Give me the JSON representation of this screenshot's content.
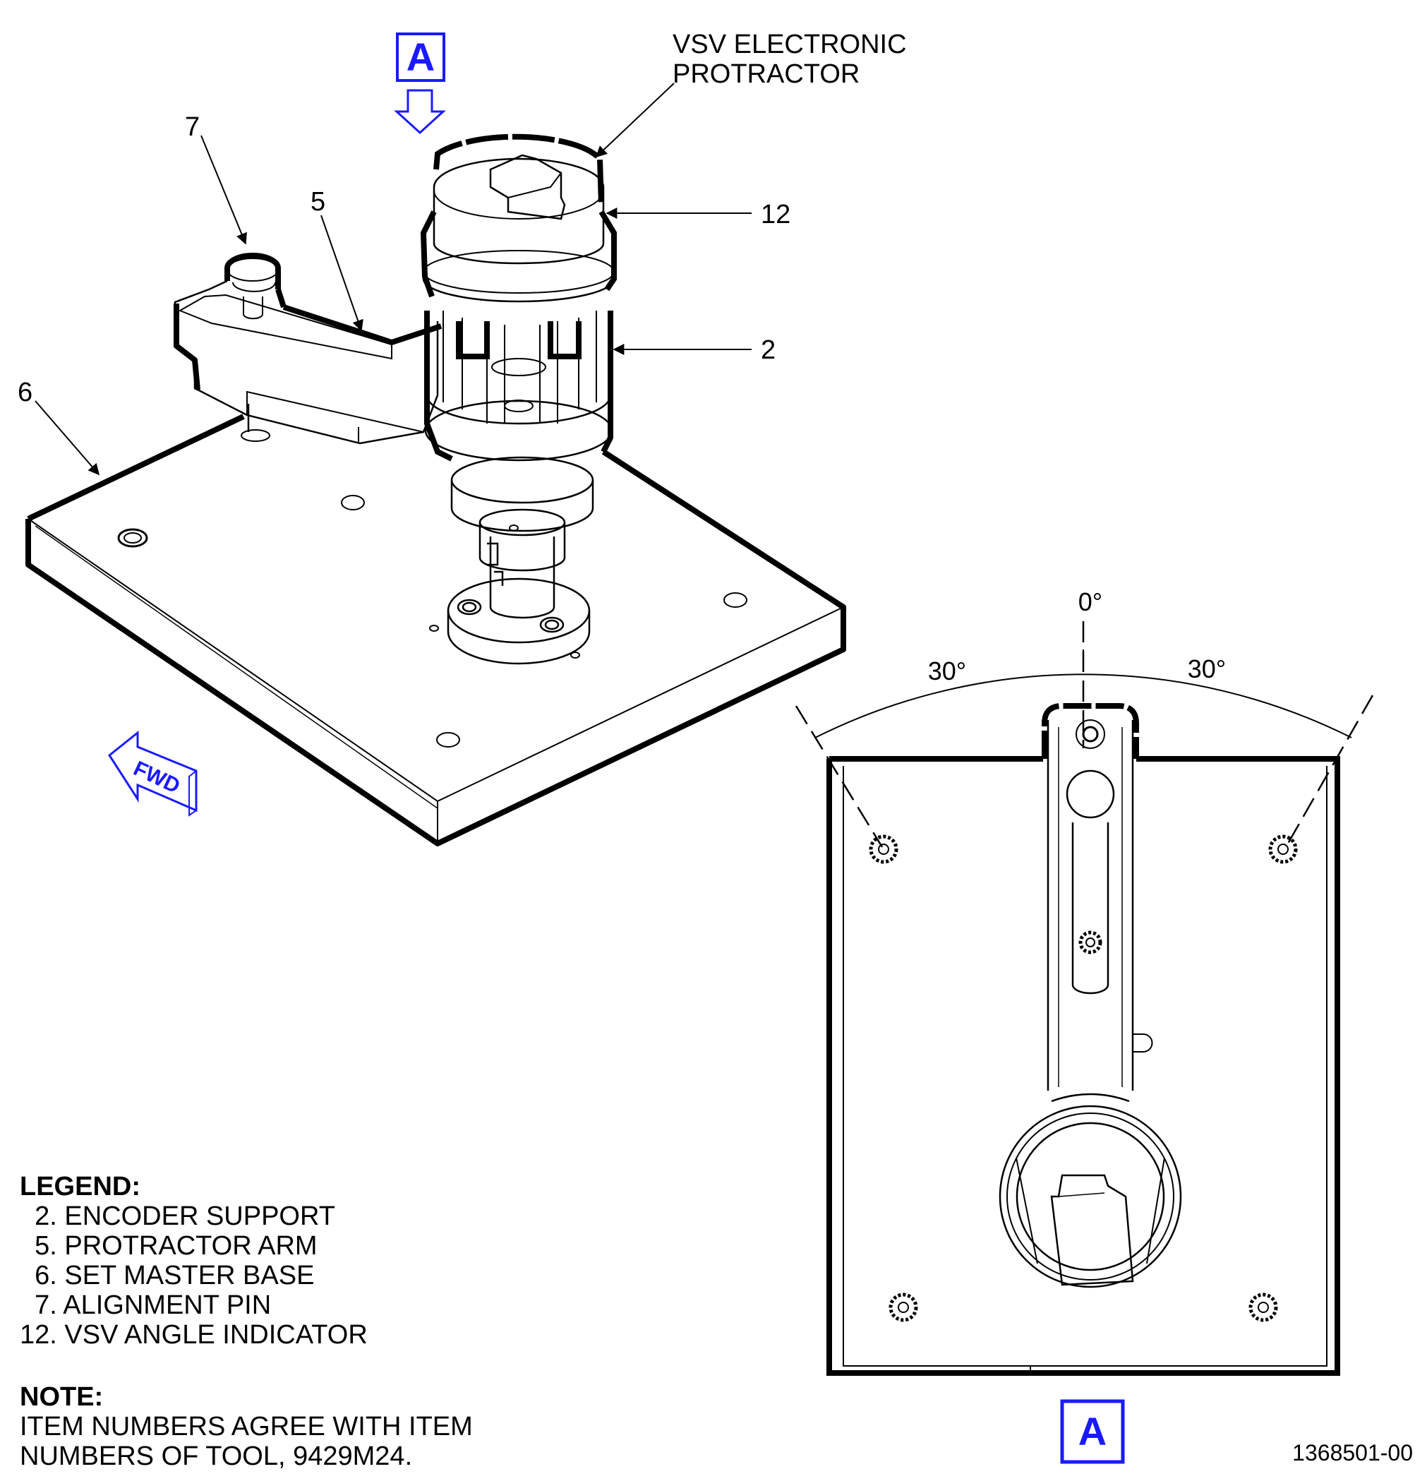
{
  "view_marker": "A",
  "fwd_label": "FWD",
  "callouts": {
    "protractor_line1": "VSV ELECTRONIC",
    "protractor_line2": "PROTRACTOR",
    "item_12": "12",
    "item_2": "2",
    "item_7": "7",
    "item_5": "5",
    "item_6": "6"
  },
  "angles": {
    "zero": "0°",
    "left": "30°",
    "right": "30°"
  },
  "legend": {
    "heading": "LEGEND:",
    "items": [
      "  2. ENCODER SUPPORT",
      "  5. PROTRACTOR ARM",
      "  6. SET MASTER BASE",
      "  7. ALIGNMENT PIN",
      "12. VSV ANGLE INDICATOR"
    ]
  },
  "note": {
    "heading": "NOTE:",
    "line1": "ITEM NUMBERS AGREE WITH ITEM",
    "line2": "NUMBERS OF TOOL, 9429M24."
  },
  "figure_id": "1368501-00",
  "colors": {
    "line": "#000000",
    "accent": "#1a1aff",
    "background": "#ffffff"
  }
}
